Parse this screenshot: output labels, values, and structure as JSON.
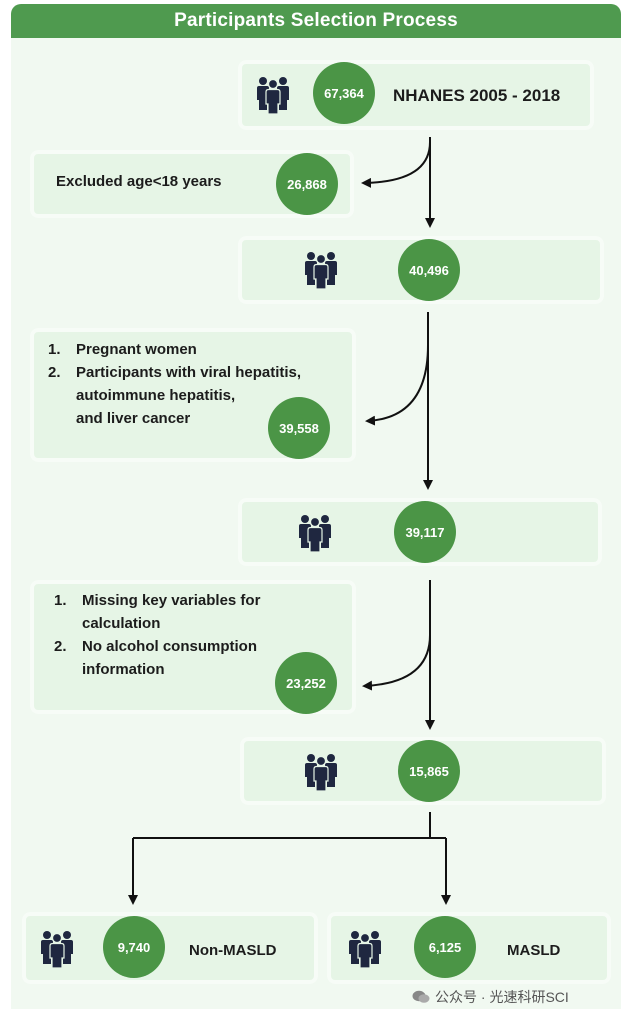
{
  "title": "Participants Selection Process",
  "nodes": [
    {
      "id": "n1",
      "count": "67,364",
      "label": "NHANES 2005 - 2018"
    },
    {
      "id": "n2",
      "count": "40,496"
    },
    {
      "id": "n3",
      "count": "39,117"
    },
    {
      "id": "n4",
      "count": "15,865"
    },
    {
      "id": "n5",
      "count": "9,740",
      "label": "Non-MASLD"
    },
    {
      "id": "n6",
      "count": "6,125",
      "label": "MASLD"
    }
  ],
  "exclusions": [
    {
      "count": "26,868",
      "label": "Excluded age<18 years"
    },
    {
      "count": "39,558",
      "items": [
        {
          "num": "1.",
          "lines": [
            "Pregnant women"
          ]
        },
        {
          "num": "2.",
          "lines": [
            "Participants with viral hepatitis,",
            "autoimmune hepatitis,",
            "and liver cancer"
          ]
        }
      ]
    },
    {
      "count": "23,252",
      "items": [
        {
          "num": "1.",
          "lines": [
            "Missing key variables for",
            "calculation"
          ]
        },
        {
          "num": "2.",
          "lines": [
            "No alcohol consumption",
            "information"
          ]
        }
      ]
    }
  ],
  "watermark": "公众号 · 光速科研SCI",
  "icons": {
    "people": "people-group-icon",
    "wechat": "wechat-icon"
  },
  "colors": {
    "header": "#4f9a4f",
    "circle": "#4b9546",
    "box": "#e6f5e6",
    "background": "#f1f9f1",
    "icon": "#1f2740"
  }
}
